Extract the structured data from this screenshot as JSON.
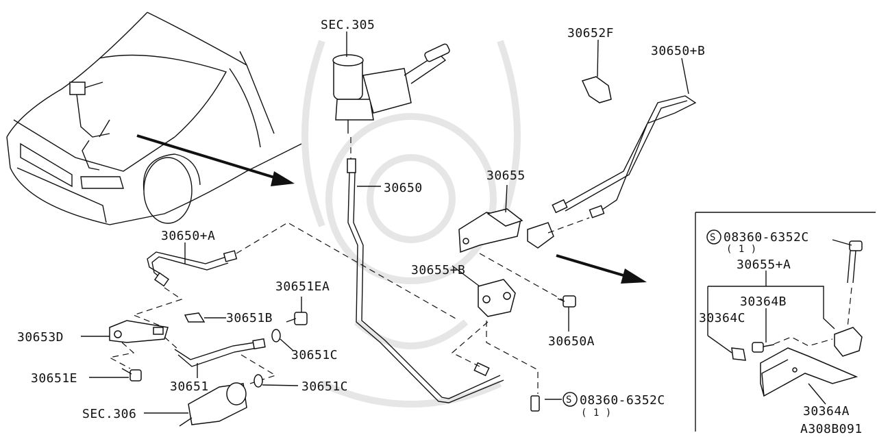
{
  "diagram_id": "A308B091",
  "callouts": {
    "sec305": "SEC.305",
    "p30652f": "30652F",
    "p30650b": "30650+B",
    "p30650": "30650",
    "p30655": "30655",
    "p30650a_hose": "30650+A",
    "p30655b": "30655+B",
    "p30651ea": "30651EA",
    "p30651b": "30651B",
    "p30653d": "30653D",
    "p30651c_1": "30651C",
    "p30651e": "30651E",
    "p30651": "30651",
    "p30651c_2": "30651C",
    "sec306": "SEC.306",
    "p30650a_bolt": "30650A",
    "bolt_main": "08360-6352C",
    "bolt_main_qty": "( 1 )",
    "bolt_inset": "08360-6352C",
    "bolt_inset_qty": "( 1 )",
    "p30655a": "30655+A",
    "p30364b": "30364B",
    "p30364c": "30364C",
    "p30364a": "30364A",
    "s_symbol": "S"
  }
}
